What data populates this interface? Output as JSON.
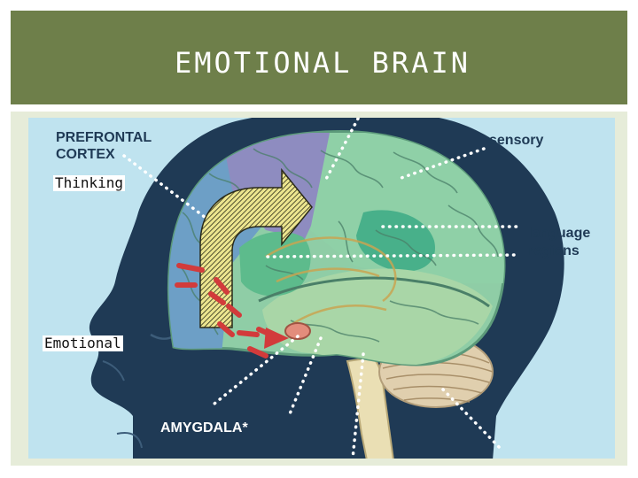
{
  "slide": {
    "title": "EMOTIONAL BRAIN"
  },
  "labels": {
    "prefrontal_line1": "PREFRONTAL",
    "prefrontal_line2": "CORTEX",
    "sensory": "sensory",
    "language_line1": "language",
    "language_line2": "regions",
    "amygdala": "AMYGDALA*"
  },
  "annotations": {
    "thinking": "Thinking",
    "emotional": "Emotional"
  },
  "colors": {
    "title_bar": "#6e7f4a",
    "sky": "#bfe3ef",
    "head": "#1f3a55",
    "dots": "#ffffff",
    "arrow_hatch": "#e9e08c",
    "emotional_dashes": "#d23b3b"
  }
}
